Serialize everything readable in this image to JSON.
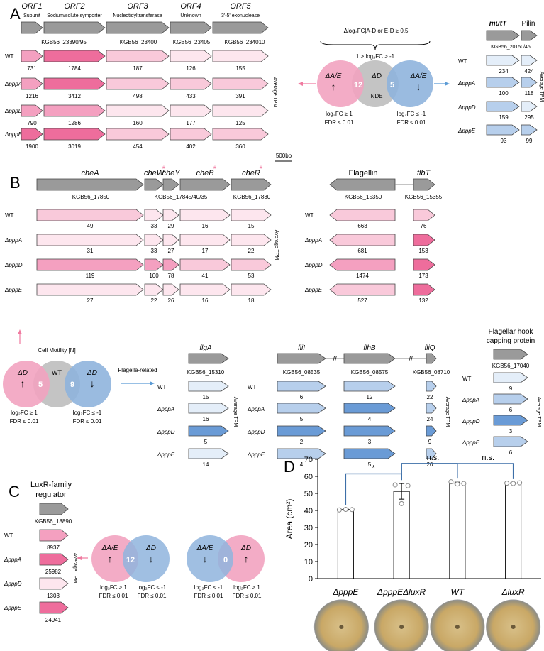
{
  "panel_letters": {
    "A": "A",
    "B": "B",
    "C": "C",
    "D": "D"
  },
  "scale_bar": "500bp",
  "units": {
    "avg_tpm": "Average TPM"
  },
  "colors": {
    "gray": "#9a9a9a",
    "gray_venn": "#c4c4c4",
    "pink_venn": "#f2a3c0",
    "blue_venn": "#8fb4dd",
    "pink1": "#fde6ee",
    "pink2": "#f9c9da",
    "pink3": "#f4a0c0",
    "pink4": "#ee6d9c",
    "blue1": "#e4eef9",
    "blue2": "#b7cfec",
    "blue3": "#6a9bd6",
    "arrow_pink": "#f07aa0",
    "arrow_blue": "#5b9bd5"
  },
  "strains": {
    "wt": "WT",
    "a": "ΔpppA",
    "d": "ΔpppD",
    "e": "ΔpppE"
  },
  "panelA": {
    "orfs": [
      {
        "name": "ORF1",
        "func": "Subunit"
      },
      {
        "name": "ORF2",
        "func": "Sodium/solute symporter"
      },
      {
        "name": "ORF3",
        "func": "Nucleotidyltransferase"
      },
      {
        "name": "ORF4",
        "func": "Unknown"
      },
      {
        "name": "ORF5",
        "func": "3'-5' exonuclease"
      }
    ],
    "loci": [
      "KGB56_23390/95",
      "KGB56_23400",
      "KGB56_23405",
      "KGB56_234010"
    ],
    "tpm": {
      "wt": [
        "731",
        "1784",
        "187",
        "126",
        "155"
      ],
      "a": [
        "1216",
        "3412",
        "498",
        "433",
        "391"
      ],
      "d": [
        "790",
        "1286",
        "160",
        "177",
        "125"
      ],
      "e": [
        "1900",
        "3019",
        "454",
        "402",
        "360"
      ]
    },
    "venn": {
      "top": "|Δlog₂FC|A-D or E-D ≥ 0.5",
      "mid": "1 > log₂FC > -1",
      "left_label": "ΔA/E",
      "center_label": "ΔD",
      "center_sub": "NDE",
      "right_label": "ΔA/E",
      "left_n": "12",
      "right_n": "5",
      "left_fc": "log₂FC ≥ 1",
      "left_fdr": "FDR ≤ 0.01",
      "right_fc": "log₂FC ≤ -1",
      "right_fdr": "FDR ≤ 0.01"
    },
    "right_genes": [
      "mutT",
      "Pilin"
    ],
    "right_locus": "KGB56_20150/45",
    "right_tpm": {
      "wt": [
        "234",
        "424"
      ],
      "a": [
        "100",
        "118"
      ],
      "d": [
        "159",
        "295"
      ],
      "e": [
        "93",
        "99"
      ]
    }
  },
  "panelB": {
    "che_genes": [
      "cheA",
      "cheW",
      "cheY",
      "cheB",
      "cheR"
    ],
    "che_loci": [
      "KGB56_17850",
      "KGB56_17845/40/35",
      "KGB56_17830"
    ],
    "che_tpm": {
      "wt": [
        "49",
        "33",
        "29",
        "16",
        "15"
      ],
      "a": [
        "31",
        "33",
        "27",
        "17",
        "22"
      ],
      "d": [
        "119",
        "100",
        "78",
        "41",
        "53"
      ],
      "e": [
        "27",
        "22",
        "26",
        "16",
        "18"
      ]
    },
    "star": "*",
    "fla_genes": [
      "Flagellin",
      "flbT"
    ],
    "fla_loci": [
      "KGB56_15350",
      "KGB56_15355"
    ],
    "fla_tpm": {
      "wt": [
        "663",
        "76"
      ],
      "a": [
        "681",
        "153"
      ],
      "d": [
        "1474",
        "173"
      ],
      "e": [
        "527",
        "132"
      ]
    },
    "motility": "Cell Motility [N]",
    "flag_related": "Flagella-related",
    "venn": {
      "left": "ΔD",
      "center": "WT",
      "right": "ΔD",
      "left_n": "5",
      "right_n": "9",
      "left_fc": "log₂FC ≥ 1",
      "left_fdr": "FDR ≤ 0.01",
      "right_fc": "log₂FC ≤ -1",
      "right_fdr": "FDR ≤ 0.01"
    },
    "flgA": {
      "gene": "flgA",
      "locus": "KGB56_15310",
      "tpm": [
        "15",
        "16",
        "5",
        "14"
      ]
    },
    "fli": {
      "genes": [
        "fliI",
        "flhB",
        "fliQ"
      ],
      "loci": [
        "KGB56_08535",
        "KGB56_08575",
        "KGB56_08710"
      ],
      "tpm": {
        "wt": [
          "6",
          "12",
          "22"
        ],
        "a": [
          "5",
          "4",
          "24"
        ],
        "d": [
          "2",
          "3",
          "9"
        ],
        "e": [
          "4",
          "5",
          "20"
        ]
      },
      "break": "//"
    },
    "hook": {
      "title1": "Flagellar hook",
      "title2": "capping protein",
      "locus": "KGB56_17040",
      "tpm": [
        "9",
        "6",
        "3",
        "6"
      ]
    }
  },
  "panelC": {
    "title1": "LuxR-family",
    "title2": "regulator",
    "locus": "KGB56_18890",
    "tpm": [
      "8937",
      "25982",
      "1303",
      "24941"
    ],
    "venn1": {
      "l": "ΔA/E",
      "r": "ΔD",
      "n": "12",
      "lfc": "log₂FC ≥ 1",
      "lfdr": "FDR ≤ 0.01",
      "rfc": "log₂FC ≤ -1",
      "rfdr": "FDR ≤ 0.01"
    },
    "venn2": {
      "l": "ΔA/E",
      "r": "ΔD",
      "n": "0",
      "lfc": "log₂FC ≤ -1",
      "lfdr": "FDR ≤ 0.01",
      "rfc": "log₂FC ≥ 1",
      "rfdr": "FDR ≤ 0.01"
    }
  },
  "chart_data": {
    "type": "bar",
    "categories": [
      "ΔpppE",
      "ΔpppEΔluxR",
      "WT",
      "ΔluxR"
    ],
    "values": [
      40.5,
      51.2,
      56.0,
      56.0
    ],
    "errors": [
      0.4,
      4.6,
      0.6,
      0.3
    ],
    "points": [
      [
        40.3,
        40.6,
        40.5
      ],
      [
        55.0,
        44.0,
        54.5
      ],
      [
        56.8,
        55.5,
        55.8
      ],
      [
        56.0,
        55.8,
        56.2
      ]
    ],
    "ylabel": "Area (cm²)",
    "ylim": [
      0,
      70
    ],
    "yticks": [
      "0",
      "10",
      "20",
      "30",
      "40",
      "50",
      "60",
      "70"
    ],
    "sig": [
      {
        "from": 0,
        "to": 1,
        "label": "*"
      },
      {
        "from": 1,
        "to": 2,
        "label": "n.s."
      },
      {
        "from": 1,
        "to": 3,
        "label": "n.s."
      }
    ]
  }
}
